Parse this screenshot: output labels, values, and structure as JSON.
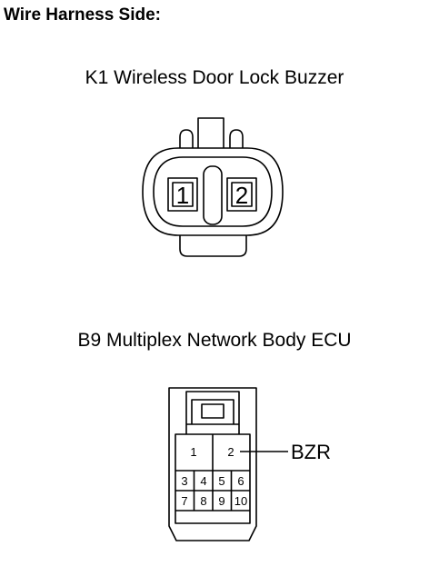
{
  "header": {
    "title": "Wire Harness Side:"
  },
  "connectors": [
    {
      "code": "K1",
      "caption": "K1 Wireless Door Lock Buzzer",
      "pins": [
        "1",
        "2"
      ]
    },
    {
      "code": "B9",
      "caption": "B9 Multiplex Network Body ECU",
      "pins_top": [
        "1",
        "2"
      ],
      "pins_row2": [
        "3",
        "4",
        "5",
        "6"
      ],
      "pins_row3": [
        "7",
        "8",
        "9",
        "10"
      ],
      "signal_label": "BZR"
    }
  ]
}
